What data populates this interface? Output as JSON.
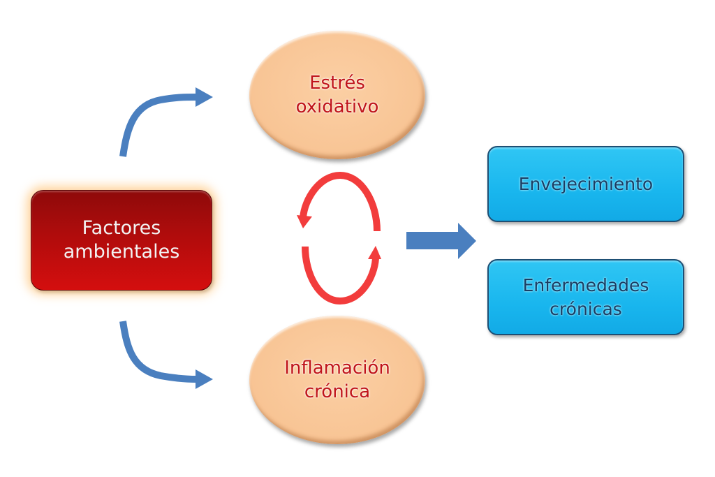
{
  "diagram": {
    "source": {
      "lines": [
        "Factores",
        "ambientales"
      ]
    },
    "mechanisms": [
      {
        "lines": [
          "Estrés",
          "oxidativo"
        ]
      },
      {
        "lines": [
          "Inflamación",
          "crónica"
        ]
      }
    ],
    "outcomes": [
      {
        "lines": [
          "Envejecimiento"
        ]
      },
      {
        "lines": [
          "Enfermedades",
          "crónicas"
        ]
      }
    ],
    "connections": [
      {
        "from": "Factores ambientales",
        "to": "Estrés oxidativo",
        "type": "curved-arrow"
      },
      {
        "from": "Factores ambientales",
        "to": "Inflamación crónica",
        "type": "curved-arrow"
      },
      {
        "from": "Estrés oxidativo",
        "to": "Inflamación crónica",
        "type": "bidirectional-cycle"
      },
      {
        "from": "Estrés oxidativo / Inflamación crónica",
        "to": "Envejecimiento / Enfermedades crónicas",
        "type": "block-arrow"
      }
    ],
    "colors": {
      "source_fill": "#c00c0c",
      "mechanism_fill": "#f8c494",
      "mechanism_text": "#c0141a",
      "outcome_fill": "#19b6ee",
      "outcome_text": "#1b3d63",
      "arrow_blue": "#4a7fbf",
      "cycle_red": "#f23c3c"
    }
  }
}
